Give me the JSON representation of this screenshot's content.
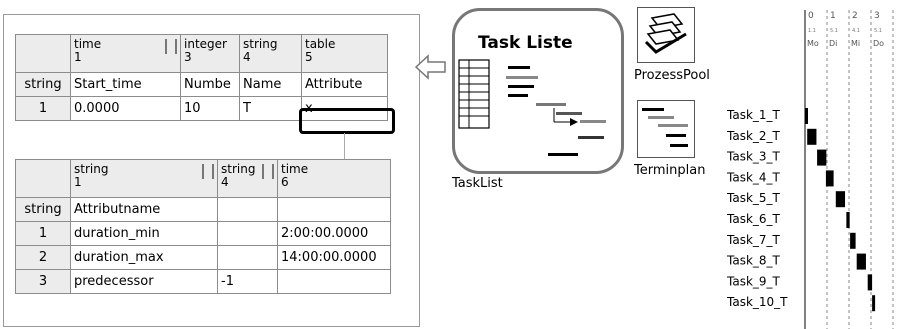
{
  "attr_table": {
    "headers": [
      {
        "type": "time",
        "index": "1"
      },
      {
        "type": "integer",
        "index": "3"
      },
      {
        "type": "string",
        "index": "4"
      },
      {
        "type": "table",
        "index": "5"
      }
    ],
    "row_type": "string",
    "names": [
      "Start_time",
      "Numbe",
      "Name",
      "Attribute"
    ],
    "row_index": "1",
    "values": [
      "0.0000",
      "10",
      "T",
      "x"
    ]
  },
  "sub_table": {
    "headers": [
      {
        "type": "string",
        "index": "1"
      },
      {
        "type": "string",
        "index": "4"
      },
      {
        "type": "time",
        "index": "6"
      }
    ],
    "row_type": "string",
    "name_row": [
      "Attributname",
      "",
      ""
    ],
    "rows": [
      {
        "index": "1",
        "cells": [
          "duration_min",
          "",
          "2:00:00.0000"
        ]
      },
      {
        "index": "2",
        "cells": [
          "duration_max",
          "",
          "14:00:00.0000"
        ]
      },
      {
        "index": "3",
        "cells": [
          "predecessor",
          "-1",
          ""
        ]
      }
    ]
  },
  "task_list": {
    "title": "Task Liste",
    "caption": "TaskList"
  },
  "prozess_pool": {
    "caption": "ProzessPool"
  },
  "terminplan": {
    "caption": "Terminplan"
  },
  "gantt": {
    "day_numbers": [
      "0",
      "1",
      "2",
      "3"
    ],
    "day_names": [
      "Mo",
      "Di",
      "Mi",
      "Do"
    ],
    "date_labels": [
      "1.1",
      "5.1",
      "4.1",
      "5.1"
    ],
    "tasks": [
      "Task_1_T",
      "Task_2_T",
      "Task_3_T",
      "Task_4_T",
      "Task_5_T",
      "Task_6_T",
      "Task_7_T",
      "Task_8_T",
      "Task_9_T",
      "Task_10_T"
    ],
    "bars": [
      {
        "start": 0.0,
        "duration": 0.08
      },
      {
        "start": 0.1,
        "duration": 0.42
      },
      {
        "start": 0.55,
        "duration": 0.42
      },
      {
        "start": 0.95,
        "duration": 0.35
      },
      {
        "start": 1.4,
        "duration": 0.42
      },
      {
        "start": 1.88,
        "duration": 0.15
      },
      {
        "start": 2.05,
        "duration": 0.25
      },
      {
        "start": 2.35,
        "duration": 0.42
      },
      {
        "start": 2.85,
        "duration": 0.2
      },
      {
        "start": 3.05,
        "duration": 0.12
      }
    ]
  }
}
